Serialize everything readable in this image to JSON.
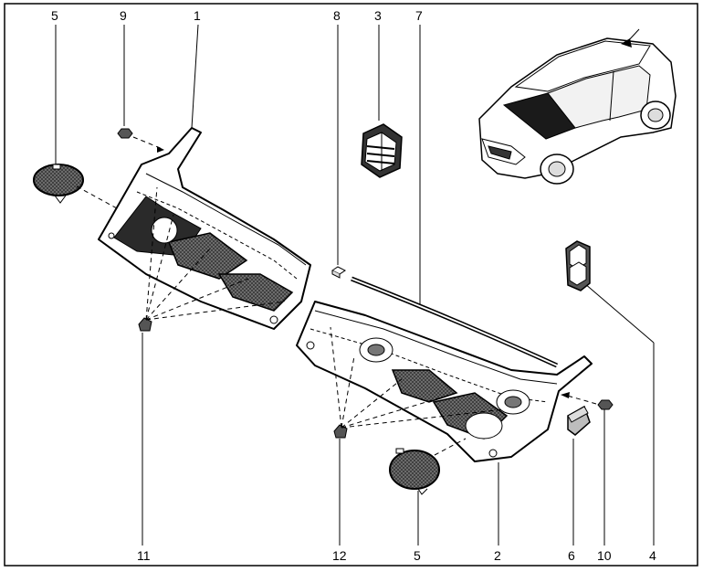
{
  "callouts": {
    "top": [
      "5",
      "9",
      "1",
      "8",
      "3",
      "7"
    ],
    "bottom": [
      "11",
      "12",
      "5",
      "2",
      "6",
      "10",
      "4"
    ]
  }
}
